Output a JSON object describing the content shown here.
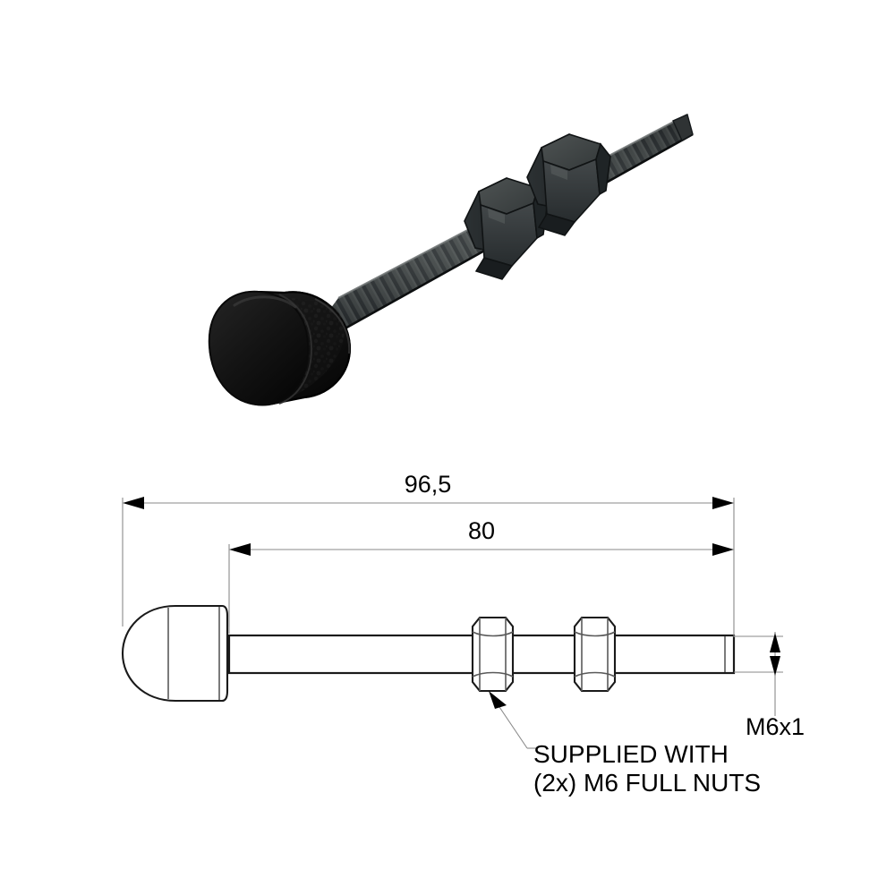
{
  "sheet": {
    "background_color": "#ffffff",
    "line_color": "#1a1a1a",
    "thin_line_color": "#8a8a8a"
  },
  "render_3d": {
    "name": "isometric view of threaded stud with rubber cap and two hex nuts",
    "cap": {
      "label": "rubber-cap",
      "color": "#121212",
      "highlight_color": "#2a2a2a"
    },
    "rod": {
      "label": "threaded-rod",
      "color": "#4b4f4f",
      "thread_shadow_color": "#23272a",
      "end_face_color": "#3a3e3e"
    },
    "nuts": {
      "label": "hex-nuts",
      "count": 2,
      "face_light_color": "#474c4c",
      "face_mid_color": "#343939",
      "face_dark_color": "#23282a"
    }
  },
  "side_view": {
    "name": "orthographic side view",
    "cap_label": "rubber-cap-profile",
    "shank_label": "threaded-shank-profile",
    "nut_label": "hex-nut-profile",
    "nut_count": 2
  },
  "dimensions": {
    "overall_length": {
      "value": "96,5",
      "unit_implied": "mm",
      "name": "overall-length-dimension"
    },
    "thread_length": {
      "value": "80",
      "unit_implied": "mm",
      "name": "thread-length-dimension"
    },
    "thread_spec": {
      "value": "M6x1",
      "name": "thread-spec-dimension"
    }
  },
  "notes": {
    "supplied_with": {
      "line1": "SUPPLIED WITH",
      "line2": "(2x) M6 FULL NUTS",
      "name": "supplied-with-note"
    }
  }
}
